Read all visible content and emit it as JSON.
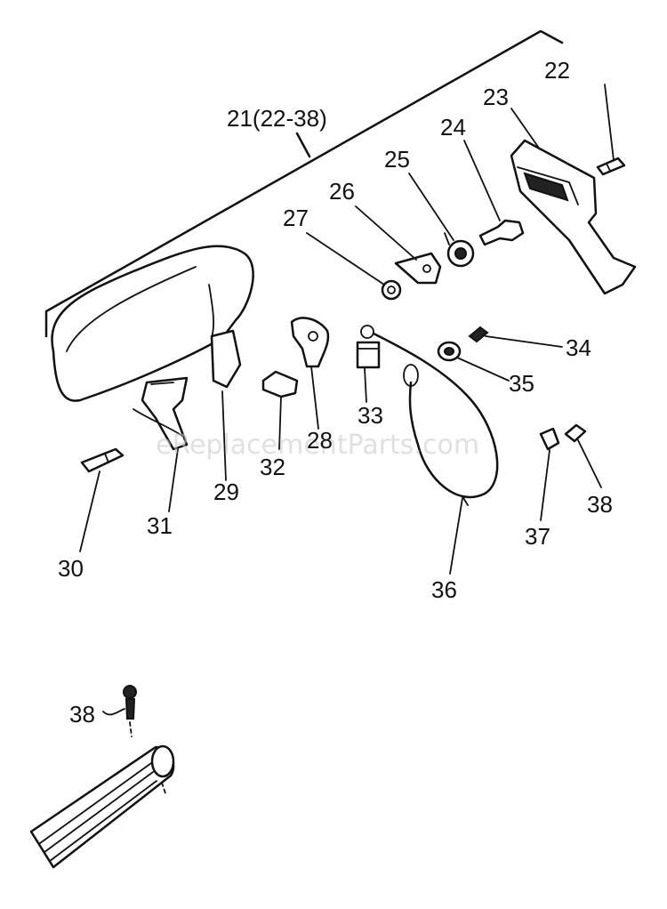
{
  "watermark": "eReplacementParts.com",
  "labels": {
    "l21": "21(22-38)",
    "l22": "22",
    "l23": "23",
    "l24": "24",
    "l25": "25",
    "l26": "26",
    "l27": "27",
    "l28": "28",
    "l29": "29",
    "l30": "30",
    "l31": "31",
    "l32": "32",
    "l33": "33",
    "l34": "34",
    "l35": "35",
    "l36": "36",
    "l37": "37",
    "l38a": "38",
    "l38b": "38"
  }
}
